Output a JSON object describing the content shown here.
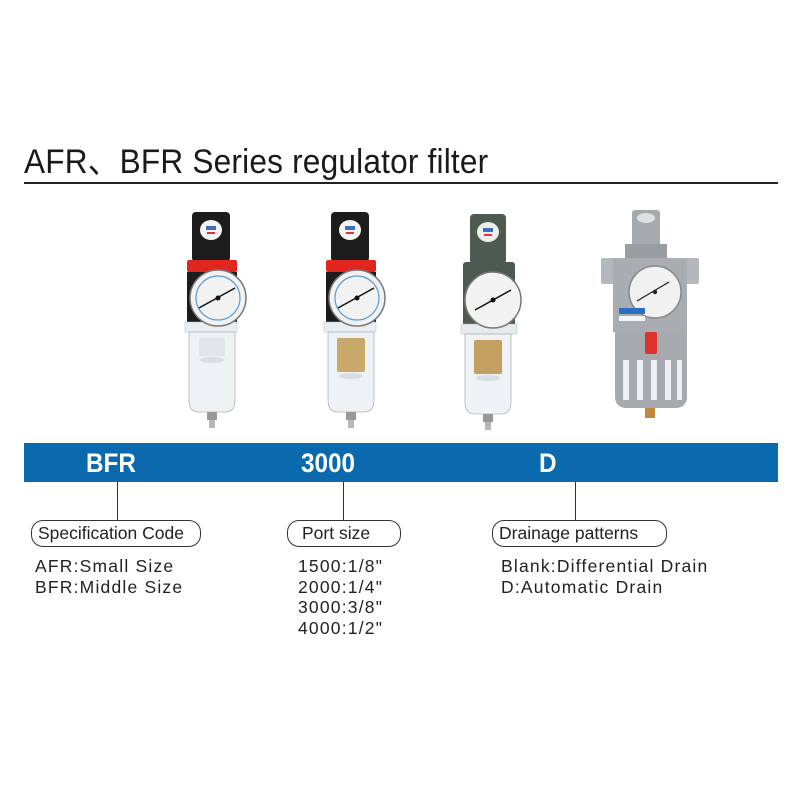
{
  "title": "AFR、BFR Series regulator filter",
  "products": [
    {
      "name": "AFR regulator filter - black/red, clear bowl",
      "body_color": "#1c1c1c",
      "ring_color": "#e0261f"
    },
    {
      "name": "AFR regulator filter - black/red, bronze element",
      "body_color": "#1c1c1c",
      "ring_color": "#e0261f"
    },
    {
      "name": "AFR regulator filter - dark green, bronze element",
      "body_color": "#4c5a4f",
      "ring_color": "#4c5a4f"
    },
    {
      "name": "BFR regulator filter - grey, metal bowl guard",
      "body_color": "#a6a9ad",
      "ring_color": "#a6a9ad"
    }
  ],
  "code_band": {
    "color": "#0b69ad",
    "segments": [
      "BFR",
      "3000",
      "D"
    ]
  },
  "sections": [
    {
      "label": "Specification Code",
      "items": [
        "AFR:Small Size",
        "BFR:Middle Size"
      ]
    },
    {
      "label": "Port size",
      "items": [
        "1500:1/8\"",
        "2000:1/4\"",
        "3000:3/8\"",
        "4000:1/2\""
      ]
    },
    {
      "label": "Drainage patterns",
      "items": [
        "Blank:Differential Drain",
        "D:Automatic Drain"
      ]
    }
  ]
}
